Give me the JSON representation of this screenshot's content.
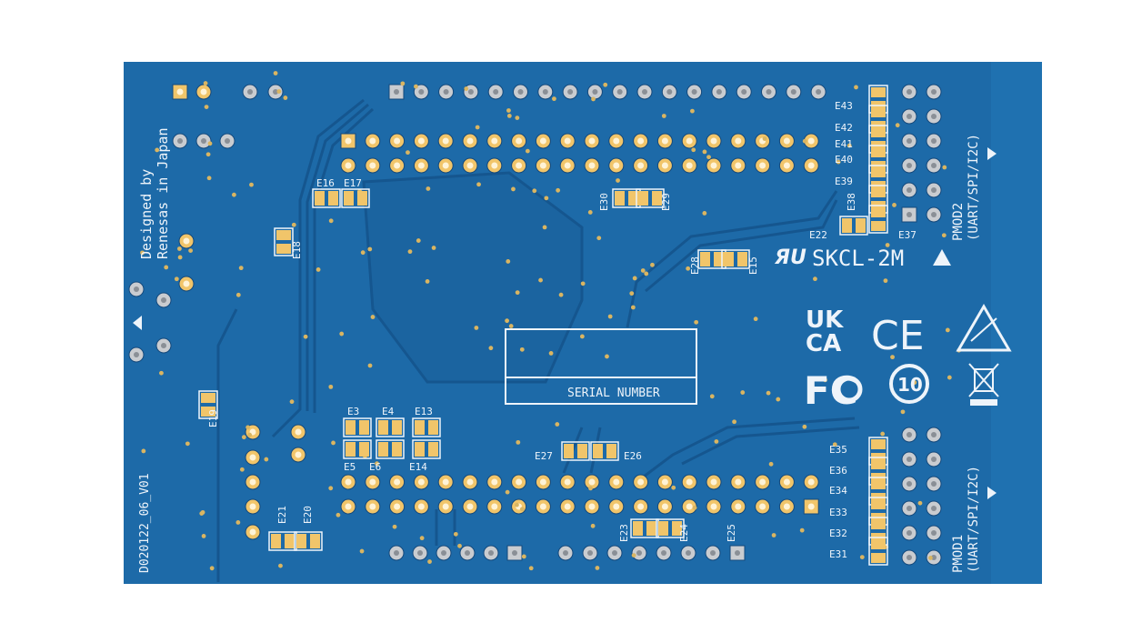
{
  "board": {
    "credit_line1": "Designed by",
    "credit_line2": "Renesas in Japan",
    "part_number": "D020122_06_V01",
    "serial_label": "SERIAL NUMBER",
    "ul_mark": "SKCL-2M",
    "pmod2_line1": "PMOD2",
    "pmod2_line2": "(UART/SPI/I2C)",
    "pmod1_line1": "PMOD1",
    "pmod1_line2": "(UART/SPI/I2C)",
    "logos": {
      "ukca_top": "UK",
      "ukca_bottom": "CA",
      "ce": "CE",
      "fcc": "FC",
      "recycle": "10"
    },
    "jumper_labels": [
      "E16",
      "E17",
      "E18",
      "E30",
      "E29",
      "E28",
      "E15",
      "E43",
      "E42",
      "E41",
      "E40",
      "E39",
      "E38",
      "E22",
      "E37",
      "E19",
      "E3",
      "E4",
      "E13",
      "E5",
      "E6",
      "E14",
      "E27",
      "E26",
      "E21",
      "E20",
      "E23",
      "E24",
      "E25",
      "E35",
      "E36",
      "E34",
      "E33",
      "E32",
      "E31"
    ],
    "colors": {
      "board": "#1d6aa8",
      "trace": "#165a93",
      "pad": "#f1c56a",
      "silk": "#eef4fa"
    }
  }
}
